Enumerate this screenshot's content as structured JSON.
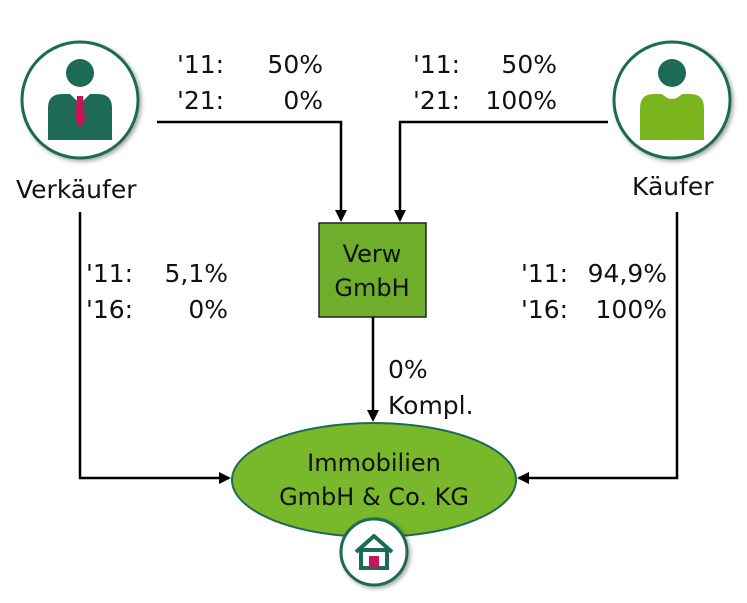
{
  "seller": {
    "label": "Verkäufer",
    "icon": "seller-person-icon"
  },
  "buyer": {
    "label": "Käufer",
    "icon": "buyer-person-icon"
  },
  "verw": {
    "line1": "Verw",
    "line2": "GmbH"
  },
  "kg": {
    "line1": "Immobilien",
    "line2": "GmbH & Co. KG",
    "icon": "house-icon"
  },
  "seller_to_verw": [
    {
      "year": "'11:",
      "value": "50%"
    },
    {
      "year": "'21:",
      "value": "0%"
    }
  ],
  "buyer_to_verw": [
    {
      "year": "'11:",
      "value": "50%"
    },
    {
      "year": "'21:",
      "value": "100%"
    }
  ],
  "seller_to_kg": [
    {
      "year": "'11:",
      "value": "5,1%"
    },
    {
      "year": "'16:",
      "value": "0%"
    }
  ],
  "buyer_to_kg": [
    {
      "year": "'11:",
      "value": "94,9%"
    },
    {
      "year": "'16:",
      "value": "100%"
    }
  ],
  "verw_to_kg": {
    "line1": "0%",
    "line2": "Kompl."
  },
  "colors": {
    "seller_dark": "#1e6b55",
    "buyer_green": "#7ab51d",
    "box_green": "#6fae2a",
    "ellipse_green": "#78b82a",
    "tie_red": "#c2185b",
    "house_red": "#c2185b",
    "circle_border": "#1e6b55"
  }
}
